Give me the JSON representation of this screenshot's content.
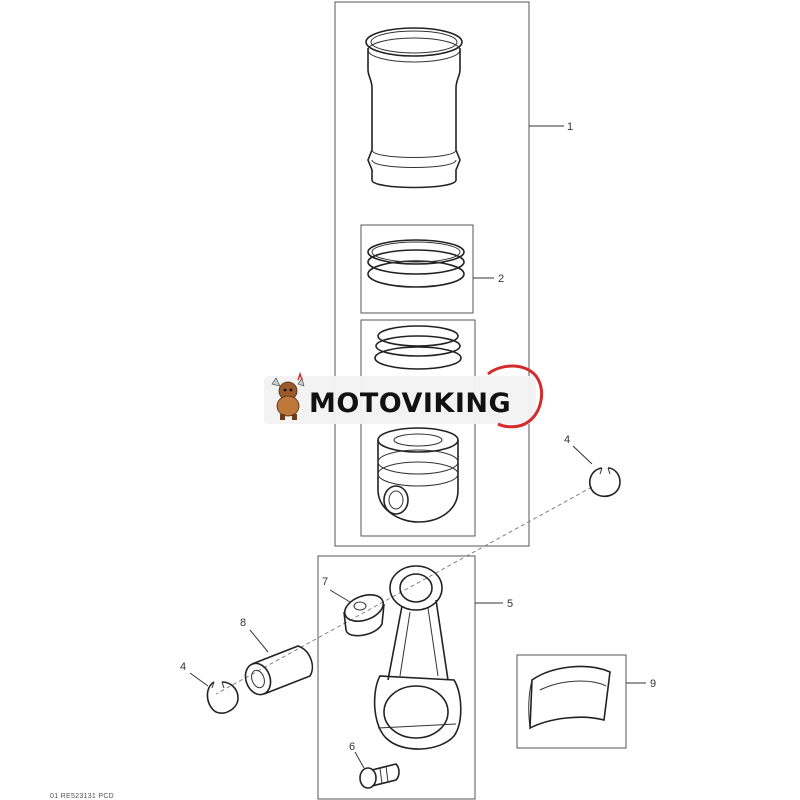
{
  "callouts": {
    "c1": "1",
    "c2": "2",
    "c4_right": "4",
    "c5": "5",
    "c7": "7",
    "c8": "8",
    "c4_left": "4",
    "c9": "9",
    "c6": "6"
  },
  "watermark": {
    "text": "MOTOVIKING",
    "brand_color": "#d42b2b"
  },
  "caption": "01 RE523131 PCD",
  "icons": {
    "logo": "viking-mascot-icon",
    "liner": "cylinder-liner-icon",
    "rings": "piston-ring-set-icon",
    "piston": "piston-icon",
    "snap_ring": "snap-ring-icon",
    "bushing": "bushing-icon",
    "pin": "piston-pin-icon",
    "rod": "connecting-rod-icon",
    "bearing": "rod-bearing-icon",
    "bolt": "rod-bolt-icon"
  }
}
